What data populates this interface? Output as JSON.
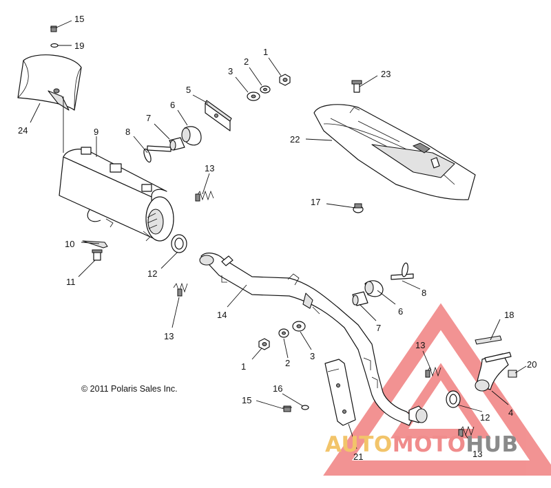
{
  "copyright": "© 2011 Polaris Sales Inc.",
  "watermark": {
    "parts": [
      "AUTO",
      "MOTO",
      "HUB"
    ],
    "colors": {
      "auto": "#f2c46a",
      "moto": "#f08c8c",
      "hub": "#8a8a8a",
      "triangle": "#f08080"
    }
  },
  "callouts": {
    "c1a": "1",
    "c2a": "2",
    "c3a": "3",
    "c5": "5",
    "c6a": "6",
    "c7a": "7",
    "c8a": "8",
    "c9": "9",
    "c10": "10",
    "c11": "11",
    "c12a": "12",
    "c13a": "13",
    "c13b": "13",
    "c14": "14",
    "c15a": "15",
    "c19": "19",
    "c24": "24",
    "c22": "22",
    "c23": "23",
    "c17": "17",
    "c8b": "8",
    "c6b": "6",
    "c7b": "7",
    "c18": "18",
    "c1b": "1",
    "c2b": "2",
    "c3b": "3",
    "c13c": "13",
    "c20": "20",
    "c12b": "12",
    "c4": "4",
    "c16": "16",
    "c15b": "15",
    "c21": "21",
    "c13d": "13"
  }
}
